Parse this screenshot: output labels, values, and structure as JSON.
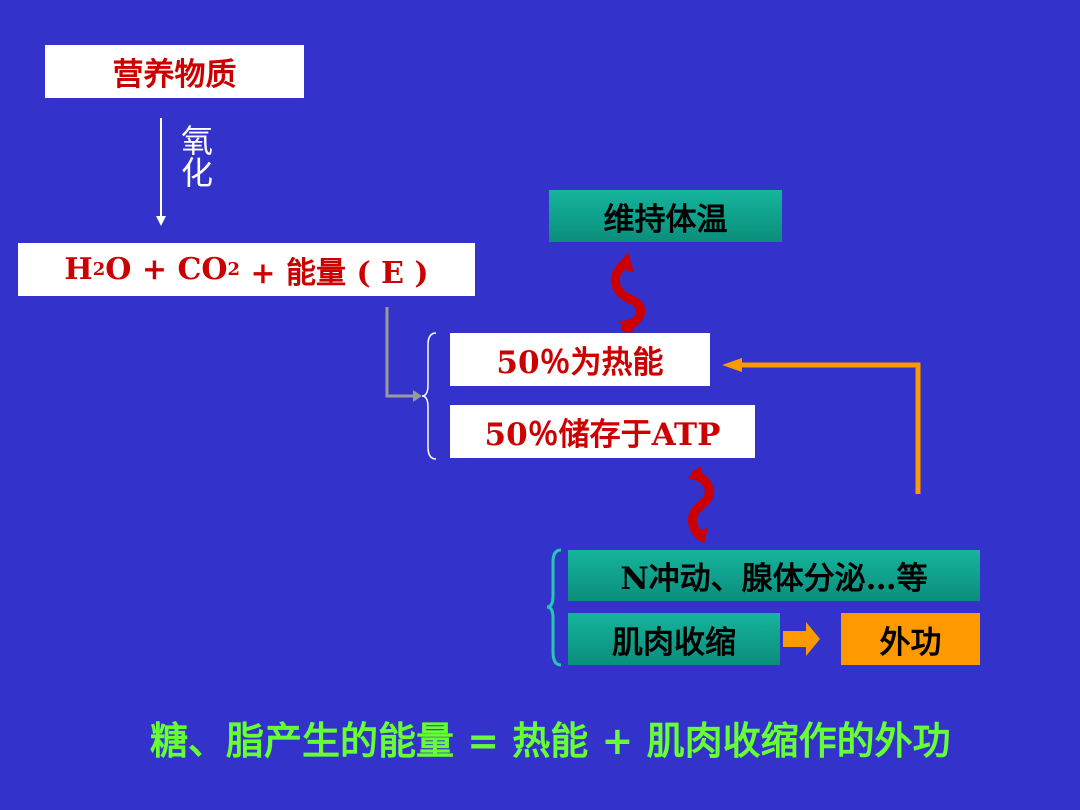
{
  "nodes": {
    "nutrients": "营养物质",
    "oxidation": "氧化",
    "products": {
      "h": "H",
      "h_sub": "2",
      "o_plus_co": "O + CO",
      "co_sub": "2",
      "rest": " + 能量 ( E )"
    },
    "heat_half": "50％为热能",
    "atp_half": "50％储存于ATP",
    "body_temp": "维持体温",
    "nerve_gland": "N冲动、腺体分泌…等",
    "muscle": "肌肉收缩",
    "external_work": "外功"
  },
  "summary": "糖、脂产生的能量 = 热能 + 肌肉收缩作的外功",
  "colors": {
    "background": "#3333cc",
    "red_text": "#cc0000",
    "teal_box": "#0a9e88",
    "orange": "#ff9900",
    "summary_green": "#66ff33",
    "curved_arrow": "#cc0000"
  }
}
